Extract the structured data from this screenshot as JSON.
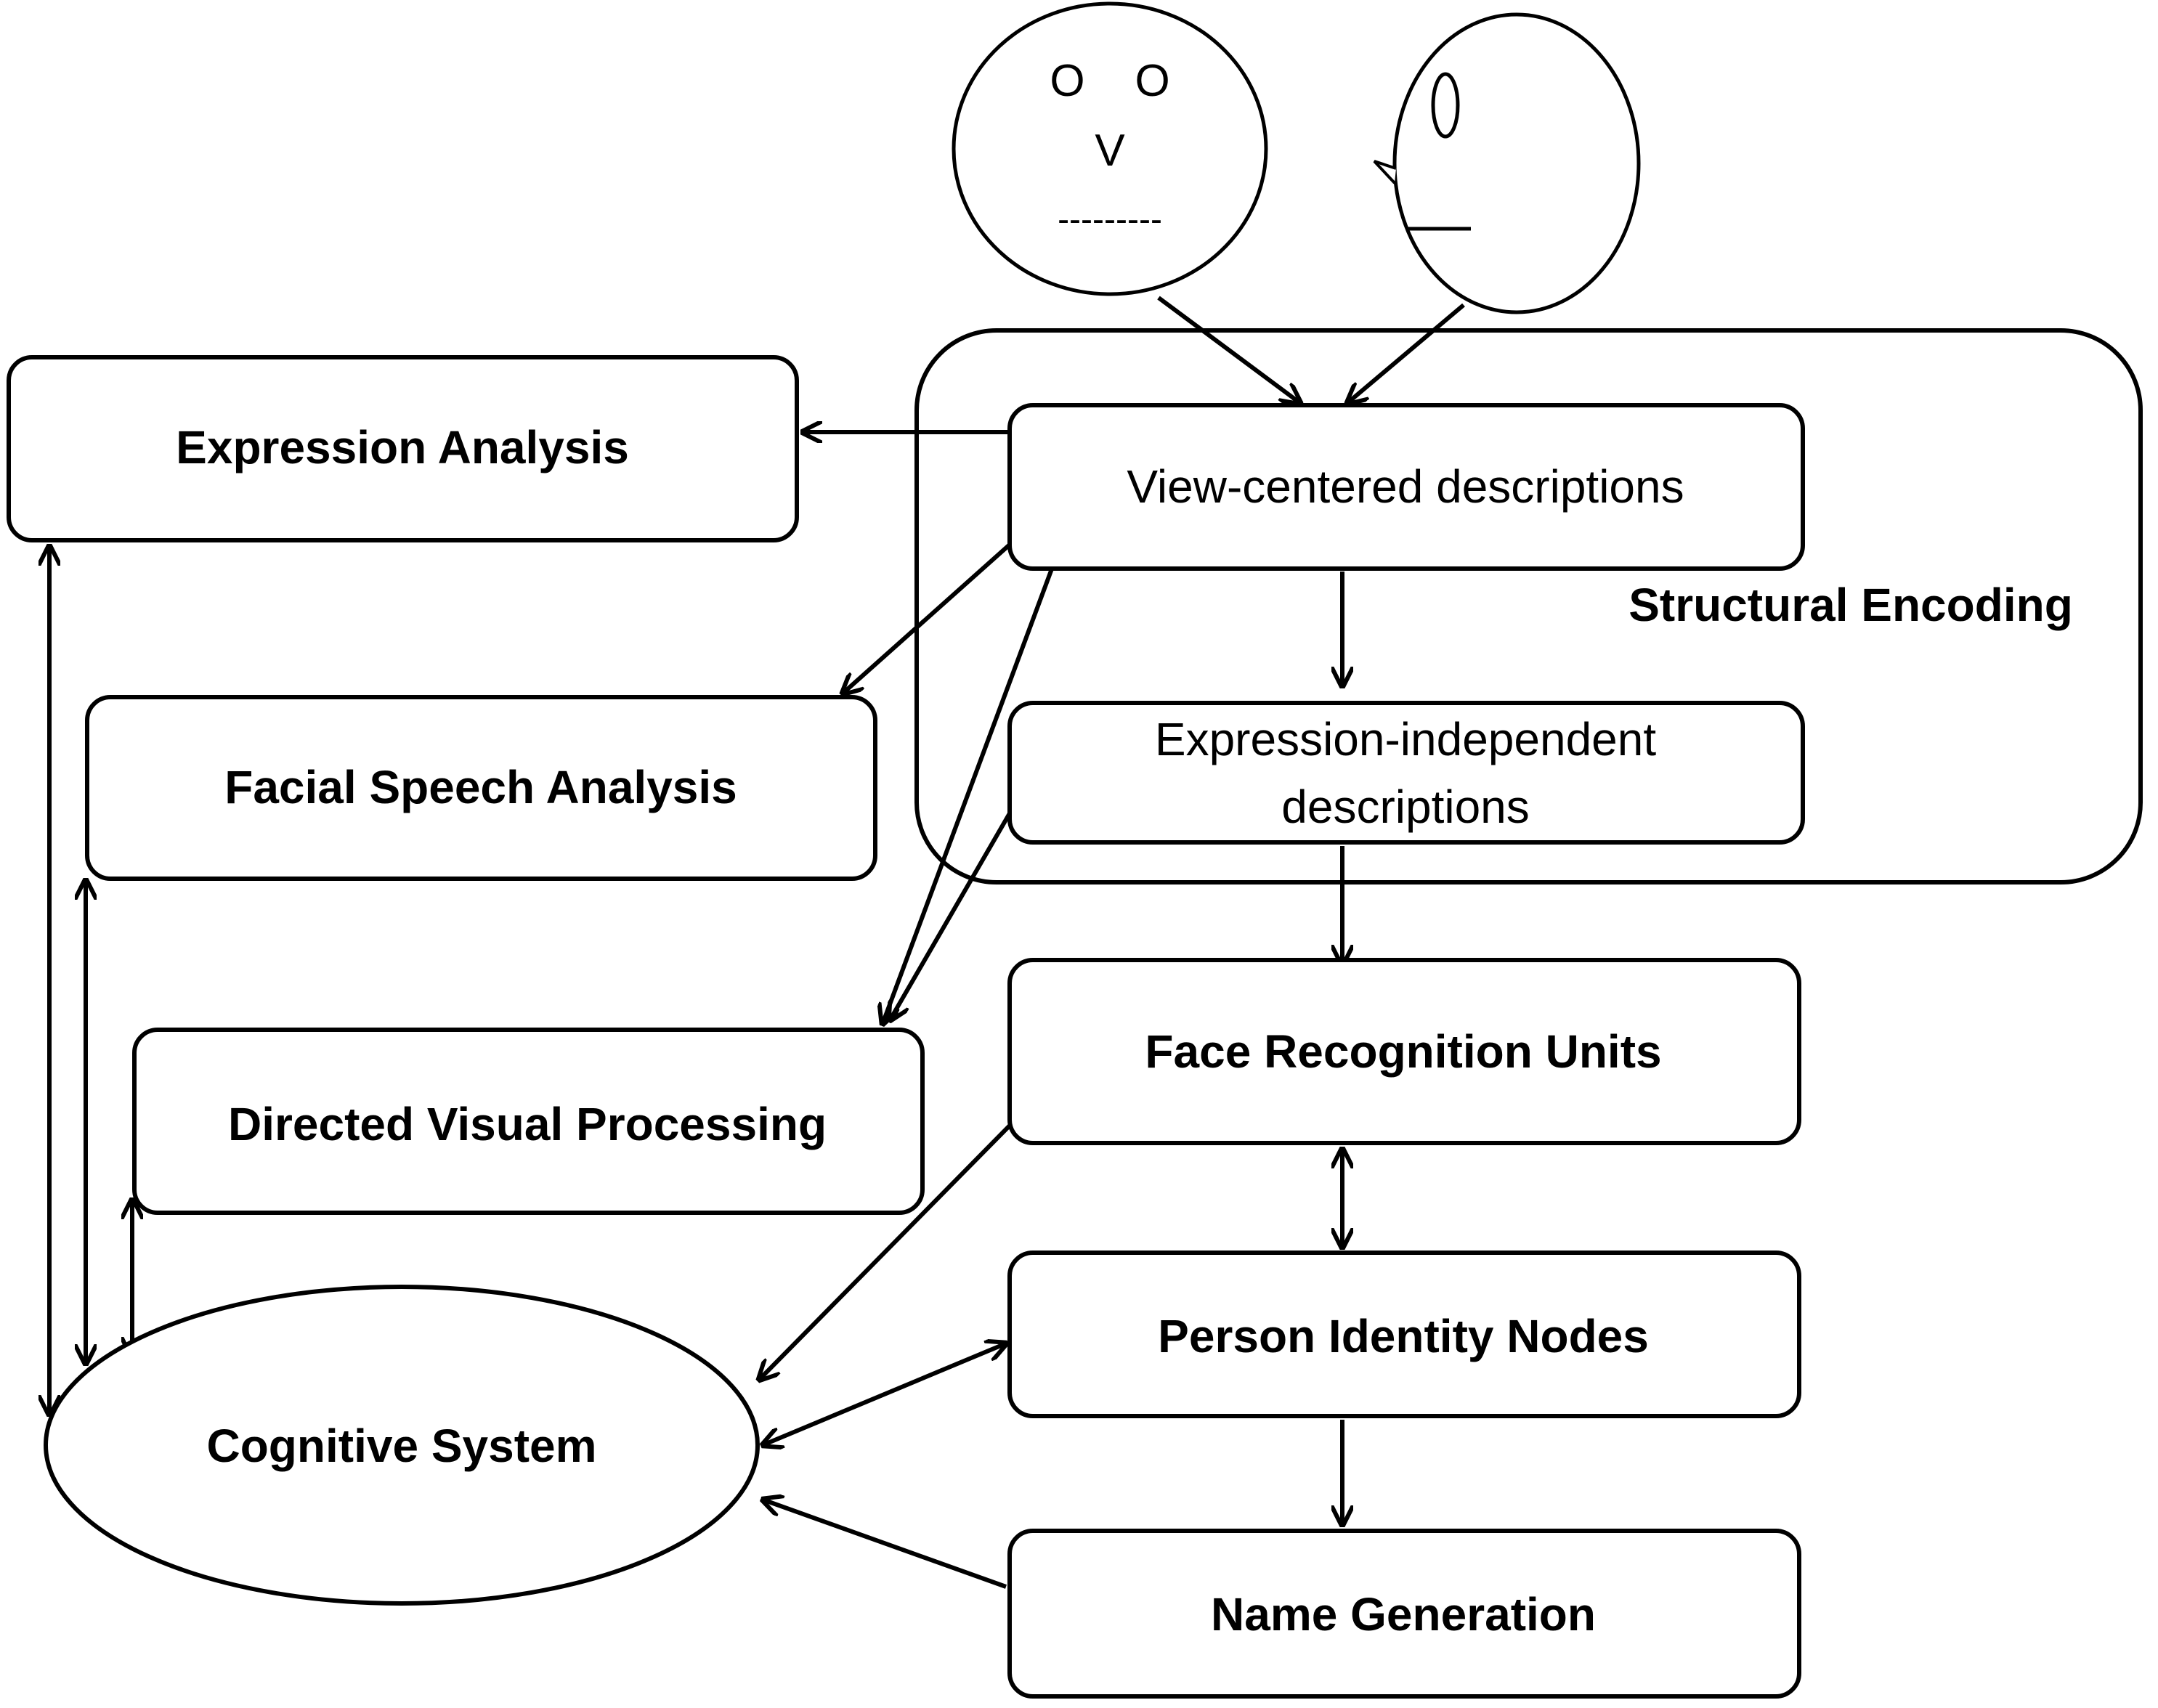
{
  "faces": {
    "front": {
      "eyes": "O    O",
      "nose": "V",
      "mouth": "---------"
    }
  },
  "nodes": {
    "expression_analysis": "Expression Analysis",
    "facial_speech_analysis": "Facial Speech Analysis",
    "directed_visual_processing": "Directed Visual Processing",
    "cognitive_system": "Cognitive System",
    "structural_encoding": "Structural Encoding",
    "view_centered": "View-centered descriptions",
    "expression_independent_line1": "Expression-independent",
    "expression_independent_line2": "descriptions",
    "face_recognition_units": "Face Recognition Units",
    "person_identity_nodes": "Person Identity Nodes",
    "name_generation": "Name Generation"
  }
}
